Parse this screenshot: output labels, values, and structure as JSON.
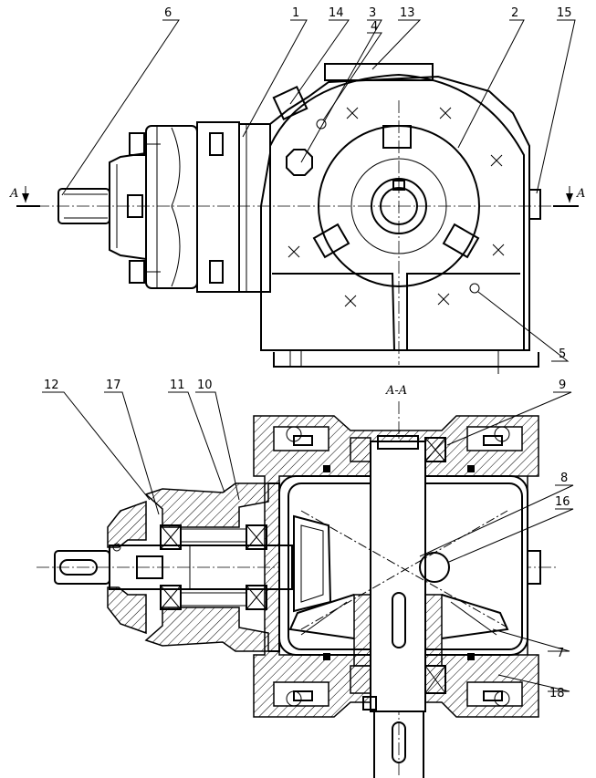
{
  "section_marks": {
    "left": "A",
    "right": "A",
    "view": "A-A"
  },
  "callouts": [
    "6",
    "1",
    "14",
    "3",
    "4",
    "13",
    "2",
    "15",
    "5",
    "12",
    "17",
    "11",
    "10",
    "9",
    "8",
    "16",
    "7",
    "18"
  ]
}
